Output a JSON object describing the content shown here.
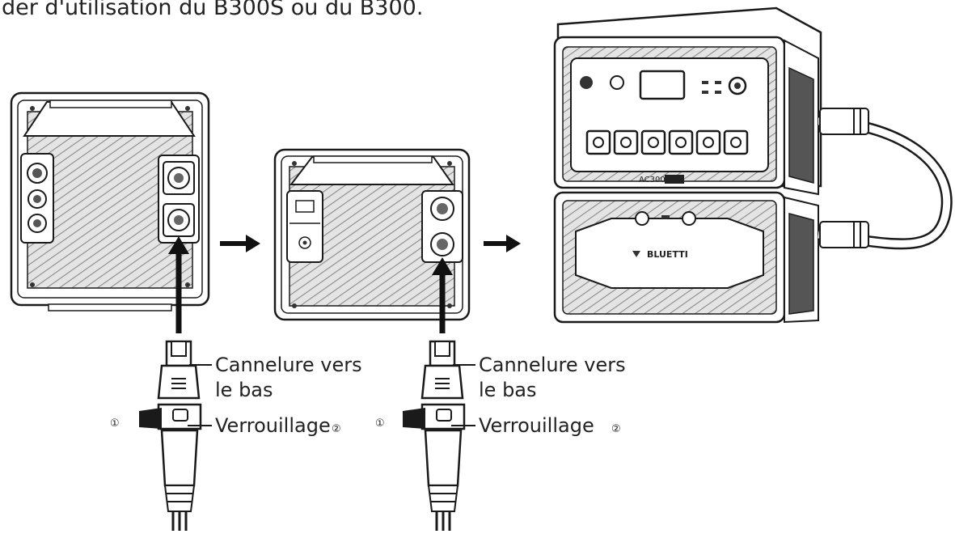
{
  "header_text": "der d'utilisation du B300S ou du B300.",
  "callouts": {
    "groove_line1": "Cannelure vers",
    "groove_line2": "le bas",
    "lock": "Verrouillage",
    "step1_marker": "①",
    "step2_marker": "②"
  },
  "device": {
    "panel_model": "AC300",
    "brand": "BLUETTI"
  },
  "colors": {
    "stroke": "#1a1a1a",
    "hatch": "#8a8a8a",
    "body_fill": "#ffffff"
  }
}
